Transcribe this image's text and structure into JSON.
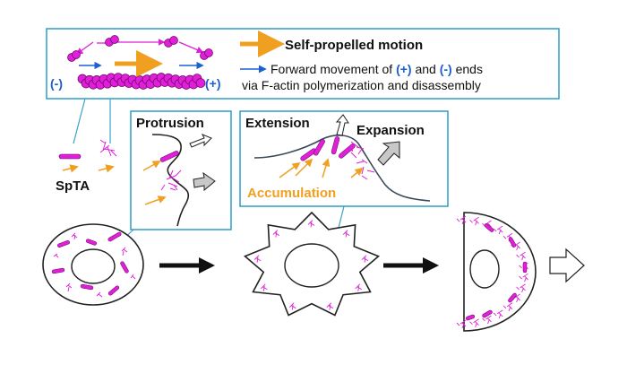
{
  "legend": {
    "self_propelled": "Self-propelled motion",
    "forward_line1": "Forward movement of ",
    "plus_sign": "(+)",
    "and_word": " and ",
    "minus_sign": "(-)",
    "ends_word": " ends",
    "forward_line2": "via F-actin polymerization and disassembly",
    "left_end": "(-)",
    "right_end": "(+)"
  },
  "labels": {
    "spta": "SpTA",
    "protrusion": "Protrusion",
    "extension": "Extension",
    "expansion": "Expansion",
    "accumulation": "Accumulation"
  },
  "colors": {
    "magenta": "#e020d8",
    "orange": "#f0a020",
    "blue": "#1a60d0",
    "box_border": "#3aa3c8",
    "gray_arrow": "#c8c8c8"
  },
  "icons": [
    "rightward-black-arrow-icon",
    "outline-arrow-icon",
    "gray-expansion-arrow-icon"
  ]
}
